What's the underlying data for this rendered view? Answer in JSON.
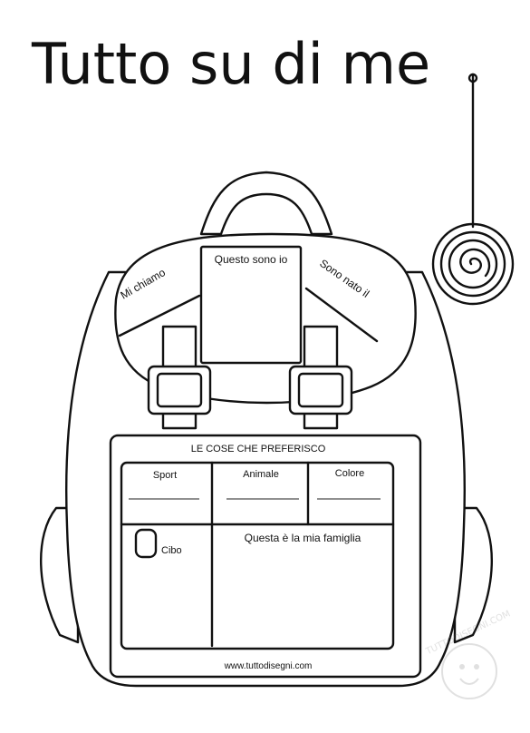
{
  "title": "Tutto su di me",
  "flap": {
    "photo_label": "Questo sono io",
    "left_label": "Mi chiamo",
    "right_label": "Sono nato il"
  },
  "pocket": {
    "heading": "LE COSE CHE PREFERISCO",
    "columns": [
      "Sport",
      "Animale",
      "Colore"
    ],
    "food_label": "Cibo",
    "family_label": "Questa è la mia famiglia",
    "website": "www.tuttodisegni.com"
  },
  "watermark": "TUTTODISEGNI.COM",
  "colors": {
    "ink": "#111111",
    "paper": "#ffffff"
  }
}
